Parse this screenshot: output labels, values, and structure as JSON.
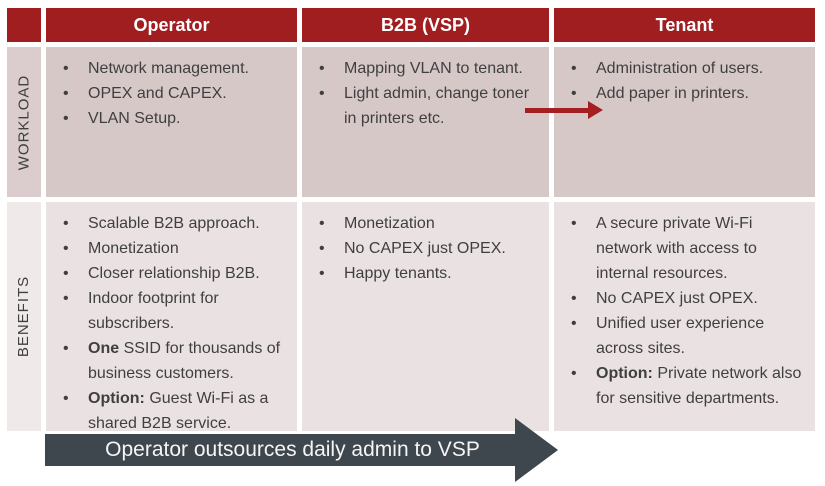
{
  "colors": {
    "header_bg": "#A01D20",
    "workload_row_bg": "#D7C8C8",
    "benefits_row_bg": "#EAE2E2",
    "body_text": "#3F3F3F",
    "header_text": "#FFFFFF",
    "banner_bg": "#3E464E",
    "banner_text": "#F5F5F5",
    "red_arrow": "#A51E21"
  },
  "icons": {
    "workload_handover_arrow": "right-arrow",
    "banner_arrow": "right-arrow"
  },
  "table": {
    "columns": [
      "Operator",
      "B2B (VSP)",
      "Tenant"
    ],
    "rows": [
      {
        "label": "WORKLOAD",
        "cells": [
          {
            "items": [
              {
                "text": "Network management."
              },
              {
                "text": "OPEX and CAPEX."
              },
              {
                "text": "VLAN Setup."
              }
            ]
          },
          {
            "items": [
              {
                "text": "Mapping VLAN to tenant."
              },
              {
                "text": "Light admin, change toner in printers etc."
              }
            ]
          },
          {
            "items": [
              {
                "text": "Administration of users."
              },
              {
                "text": "Add paper in printers."
              }
            ]
          }
        ]
      },
      {
        "label": "BENEFITS",
        "cells": [
          {
            "items": [
              {
                "text": "Scalable B2B approach."
              },
              {
                "text": "Monetization"
              },
              {
                "text": "Closer relationship B2B."
              },
              {
                "text": "Indoor footprint for subscribers."
              },
              {
                "bold": "One",
                "text": " SSID for thousands of business customers."
              },
              {
                "bold": "Option:",
                "text": " Guest Wi-Fi as a shared B2B service."
              }
            ]
          },
          {
            "items": [
              {
                "text": "Monetization"
              },
              {
                "text": "No CAPEX just OPEX."
              },
              {
                "text": "Happy tenants."
              }
            ]
          },
          {
            "items": [
              {
                "text": "A secure private Wi-Fi network with access to internal resources."
              },
              {
                "text": "No CAPEX just OPEX."
              },
              {
                "text": "Unified user experience across sites."
              },
              {
                "bold": "Option:",
                "text": " Private network also for sensitive departments."
              }
            ]
          }
        ]
      }
    ]
  },
  "banner": {
    "label": "Operator outsources daily admin to VSP"
  }
}
